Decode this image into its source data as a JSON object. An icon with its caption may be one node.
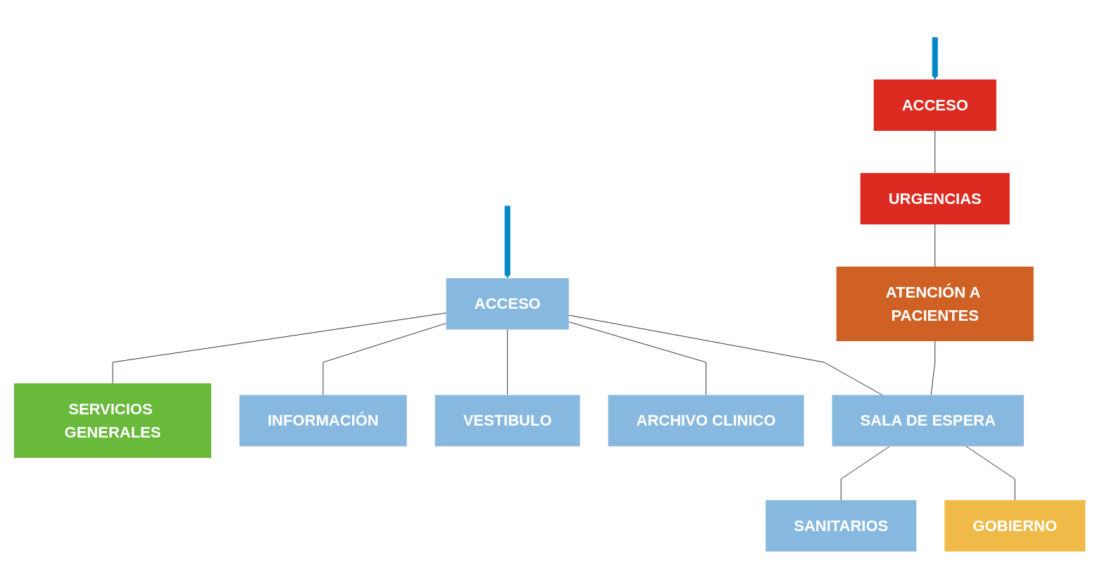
{
  "diagram": {
    "nodes": [
      {
        "text": [
          "ACCESO"
        ]
      },
      {
        "text": [
          "URGENCIAS"
        ]
      },
      {
        "text": [
          "ATENCIÓN A PACIENTES"
        ]
      },
      {
        "text": [
          "ACCESO"
        ]
      },
      {
        "text": [
          "SERVICIOS GENERALES"
        ]
      },
      {
        "text": [
          "INFORMACIÓN"
        ]
      },
      {
        "text": [
          "VESTIBULO"
        ]
      },
      {
        "text": [
          "ARCHIVO CLINICO"
        ]
      },
      {
        "text": [
          "SALA DE ESPERA"
        ]
      },
      {
        "text": [
          "SANITARIOS"
        ]
      },
      {
        "text": [
          "GOBIERNO"
        ]
      }
    ],
    "edges": [
      {
        "from": null,
        "to": 0,
        "arrow": "to",
        "style": "thick",
        "color": "#0288c8"
      },
      {
        "from": null,
        "to": 3,
        "arrow": "to",
        "style": "thick",
        "color": "#0288c8"
      },
      {
        "from": 0,
        "to": 1,
        "arrow": "none"
      },
      {
        "from": 1,
        "to": 2,
        "arrow": "none"
      },
      {
        "from": 3,
        "to": 4,
        "arrow": "none"
      },
      {
        "from": 3,
        "to": 5,
        "arrow": "none"
      },
      {
        "from": 3,
        "to": 6,
        "arrow": "none"
      },
      {
        "from": 3,
        "to": 7,
        "arrow": "none"
      },
      {
        "from": 3,
        "to": 8,
        "arrow": "none"
      },
      {
        "from": 2,
        "to": 8,
        "arrow": "none"
      },
      {
        "from": 8,
        "to": 9,
        "arrow": "none"
      },
      {
        "from": 8,
        "to": 10,
        "arrow": "none"
      }
    ]
  }
}
